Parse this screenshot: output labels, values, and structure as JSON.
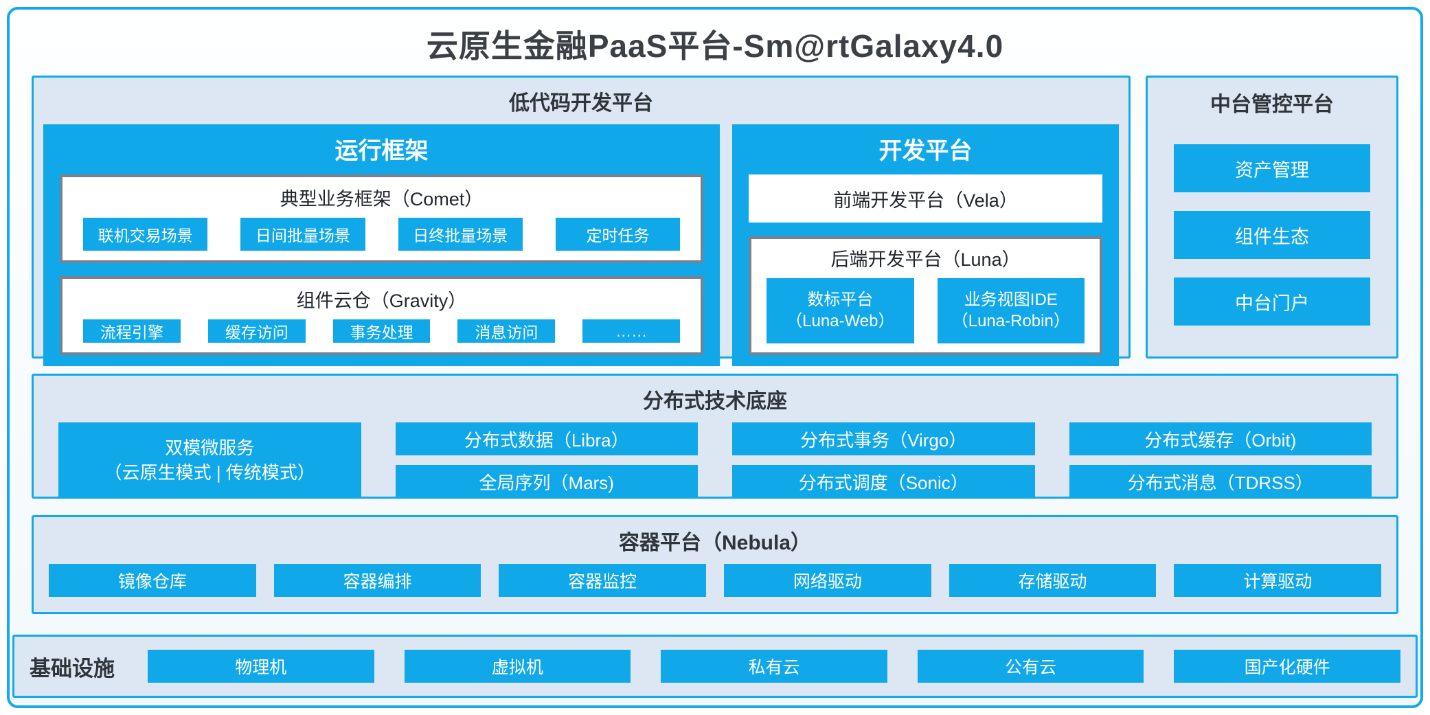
{
  "title": "云原生金融PaaS平台-Sm@rtGalaxy4.0",
  "colors": {
    "accent_blue": "#10A8E8",
    "frame_border": "#14A9E8",
    "panel_bg": "#DCE7F3",
    "white_box_border": "#79828E",
    "dark_text": "#30353B",
    "button_text": "#FFFFFF"
  },
  "low_code": {
    "title": "低代码开发平台",
    "runtime": {
      "title": "运行框架",
      "comet": {
        "title": "典型业务框架（Comet）",
        "items": [
          "联机交易场景",
          "日间批量场景",
          "日终批量场景",
          "定时任务"
        ]
      },
      "gravity": {
        "title": "组件云仓（Gravity）",
        "items": [
          "流程引擎",
          "缓存访问",
          "事务处理",
          "消息访问",
          "……"
        ]
      }
    },
    "dev": {
      "title": "开发平台",
      "vela": "前端开发平台（Vela）",
      "luna": {
        "title": "后端开发平台（Luna）",
        "items": [
          {
            "line1": "数标平台",
            "line2": "（Luna-Web）"
          },
          {
            "line1": "业务视图IDE",
            "line2": "（Luna-Robin）"
          }
        ]
      }
    }
  },
  "midplatform": {
    "title": "中台管控平台",
    "items": [
      "资产管理",
      "组件生态",
      "中台门户"
    ]
  },
  "distributed": {
    "title": "分布式技术底座",
    "big": {
      "line1": "双模微服务",
      "line2": "（云原生模式 | 传统模式）"
    },
    "row1": [
      "分布式数据（Libra）",
      "分布式事务（Virgo）",
      "分布式缓存（Orbit)"
    ],
    "row2": [
      "全局序列（Mars)",
      "分布式调度（Sonic）",
      "分布式消息（TDRSS）"
    ]
  },
  "container": {
    "title": "容器平台（Nebula）",
    "items": [
      "镜像仓库",
      "容器编排",
      "容器监控",
      "网络驱动",
      "存储驱动",
      "计算驱动"
    ]
  },
  "infra": {
    "title": "基础设施",
    "items": [
      "物理机",
      "虚拟机",
      "私有云",
      "公有云",
      "国产化硬件"
    ]
  }
}
